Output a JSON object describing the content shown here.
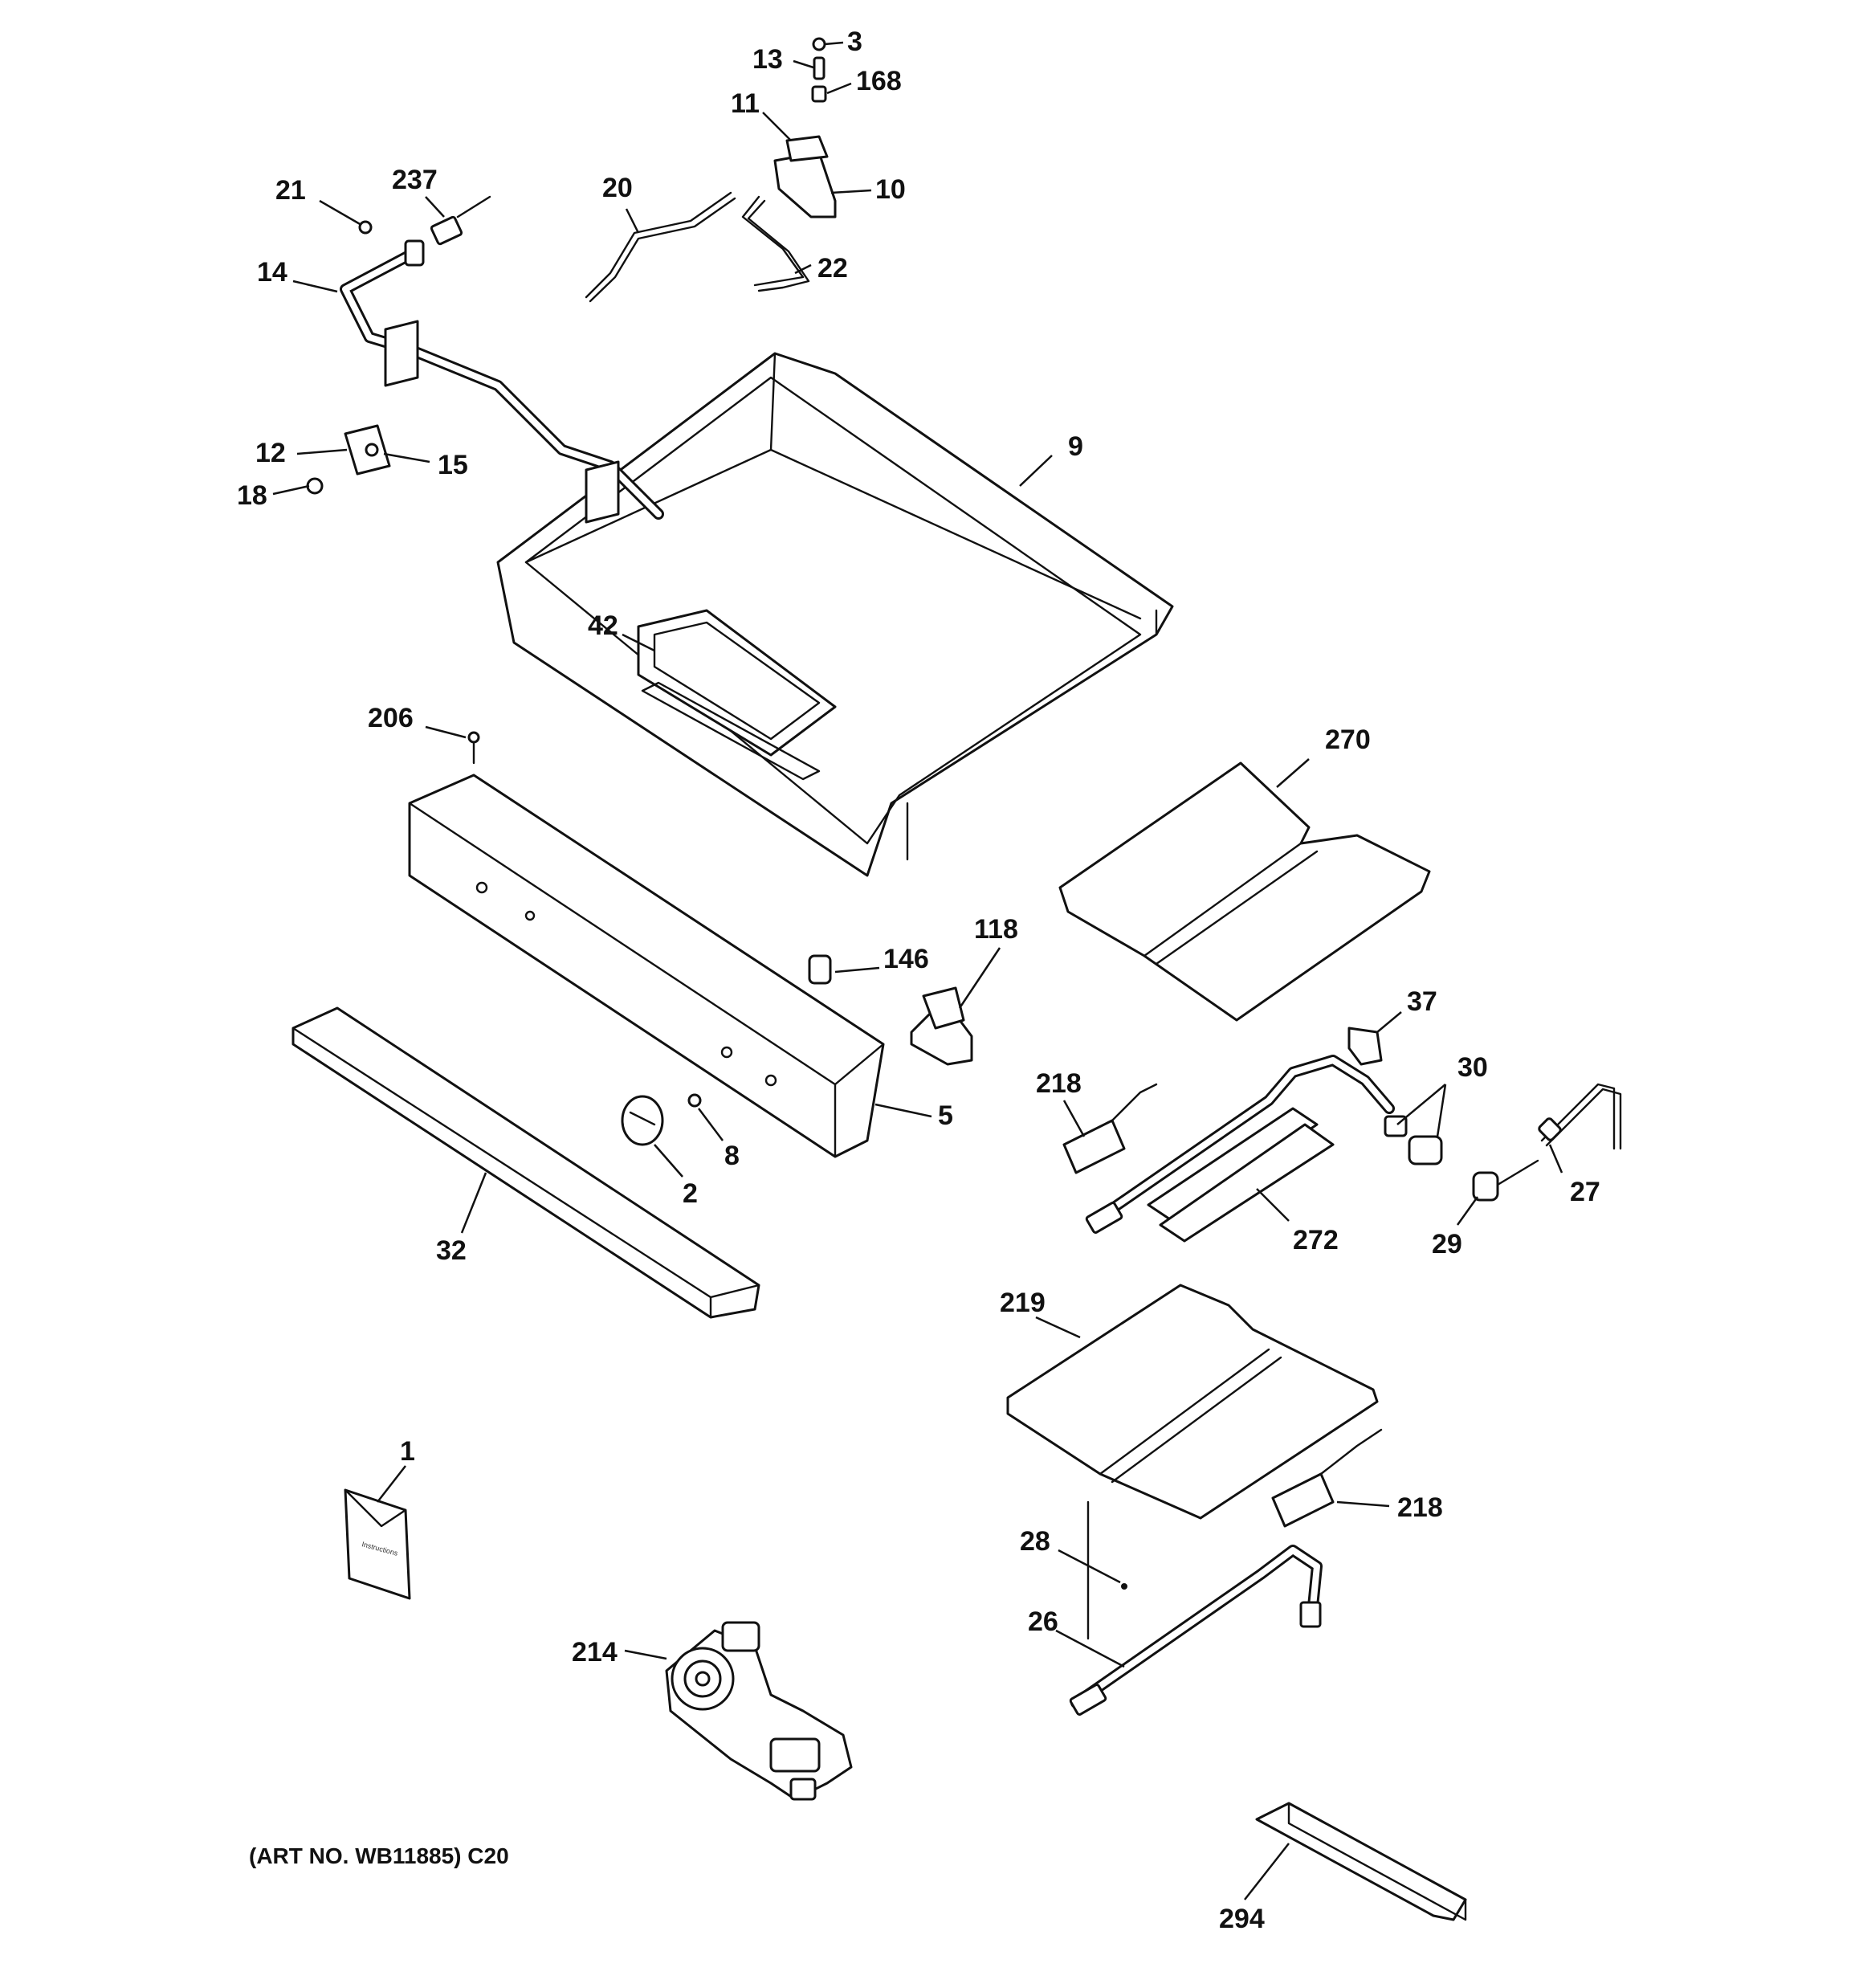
{
  "diagram": {
    "caption": "(ART NO. WB11885) C20",
    "callouts": {
      "c3": "3",
      "c13": "13",
      "c168": "168",
      "c11": "11",
      "c10": "10",
      "c20": "20",
      "c22": "22",
      "c21": "21",
      "c237": "237",
      "c14": "14",
      "c12": "12",
      "c15": "15",
      "c18": "18",
      "c9": "9",
      "c42": "42",
      "c206": "206",
      "c270": "270",
      "c118": "118",
      "c146": "146",
      "c5": "5",
      "c8": "8",
      "c2": "2",
      "c32": "32",
      "c37": "37",
      "c30": "30",
      "c218a": "218",
      "c272": "272",
      "c27": "27",
      "c29": "29",
      "c219": "219",
      "c218b": "218",
      "c28": "28",
      "c26": "26",
      "c1": "1",
      "c214": "214",
      "c294": "294"
    }
  }
}
